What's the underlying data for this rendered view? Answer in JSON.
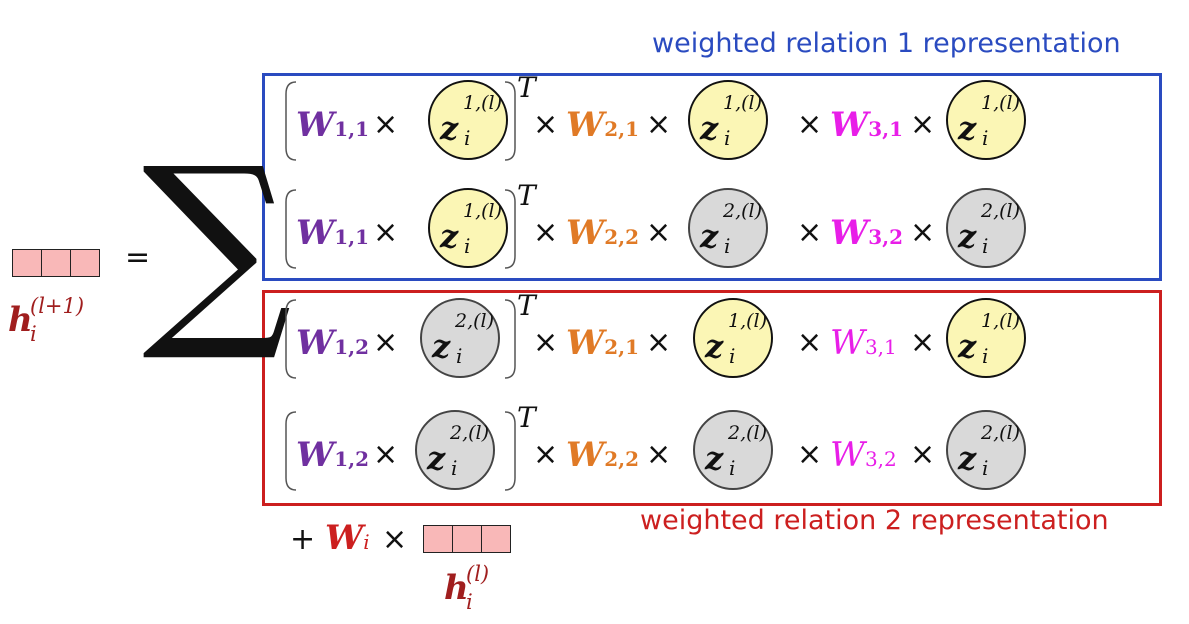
{
  "captions": {
    "relation1": "weighted relation 1 representation",
    "relation2": "weighted relation 2 representation"
  },
  "colors": {
    "blue_box": "#2a4bc0",
    "red_box": "#cc1f1f",
    "w1": "#7030a0",
    "w2": "#e07a26",
    "w3": "#e81ee8",
    "h": "#a01e1e",
    "circle_yellow": "#fbf6b5",
    "circle_gray": "#d9d9d9",
    "vector_fill": "#f9b8b8"
  },
  "lhs": {
    "h": "h",
    "sup": "(l+1)",
    "sub": "i",
    "equals": "=",
    "sigma": "∑"
  },
  "bottom": {
    "plus": "+",
    "w": "W",
    "w_sub": "i",
    "times": "×",
    "h": "h",
    "h_sup": "(l)",
    "h_sub": "i"
  },
  "symbols": {
    "times": "×",
    "T": "T",
    "W": "W",
    "z": "z",
    "i": "i"
  },
  "rows": [
    {
      "w1": "1,1",
      "z1": "1,(l)",
      "w2": "2,1",
      "z2": "1,(l)",
      "w3": "3,1",
      "z3": "1,(l)"
    },
    {
      "w1": "1,1",
      "z1": "1,(l)",
      "w2": "2,2",
      "z2": "2,(l)",
      "w3": "3,2",
      "z3": "2,(l)"
    },
    {
      "w1": "1,2",
      "z1": "2,(l)",
      "w2": "2,1",
      "z2": "1,(l)",
      "w3": "3,1",
      "z3": "1,(l)"
    },
    {
      "w1": "1,2",
      "z1": "2,(l)",
      "w2": "2,2",
      "z2": "2,(l)",
      "w3": "3,2",
      "z3": "2,(l)"
    }
  ]
}
